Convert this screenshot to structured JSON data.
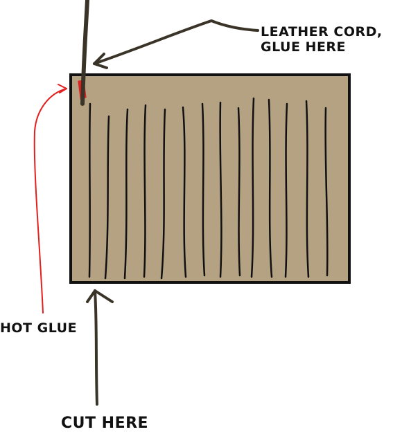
{
  "labels": {
    "leather_cord_line1": "LEATHER CORD,",
    "leather_cord_line2": "GLUE  HERE",
    "hot_glue": "HOT GLUE",
    "cut_here": "CUT HERE"
  },
  "colors": {
    "leather": "#b4a282",
    "outline": "#111111",
    "cord": "#3a3428",
    "glue": "#e3201f",
    "cut_lines": "#111111"
  }
}
